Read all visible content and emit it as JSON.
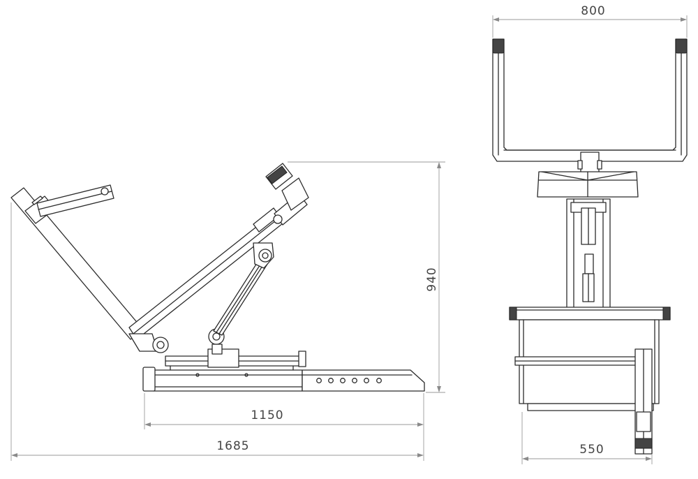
{
  "dimensions": {
    "inner_length": "1150",
    "total_length": "1685",
    "height": "940",
    "width": "800",
    "depth": "550"
  }
}
